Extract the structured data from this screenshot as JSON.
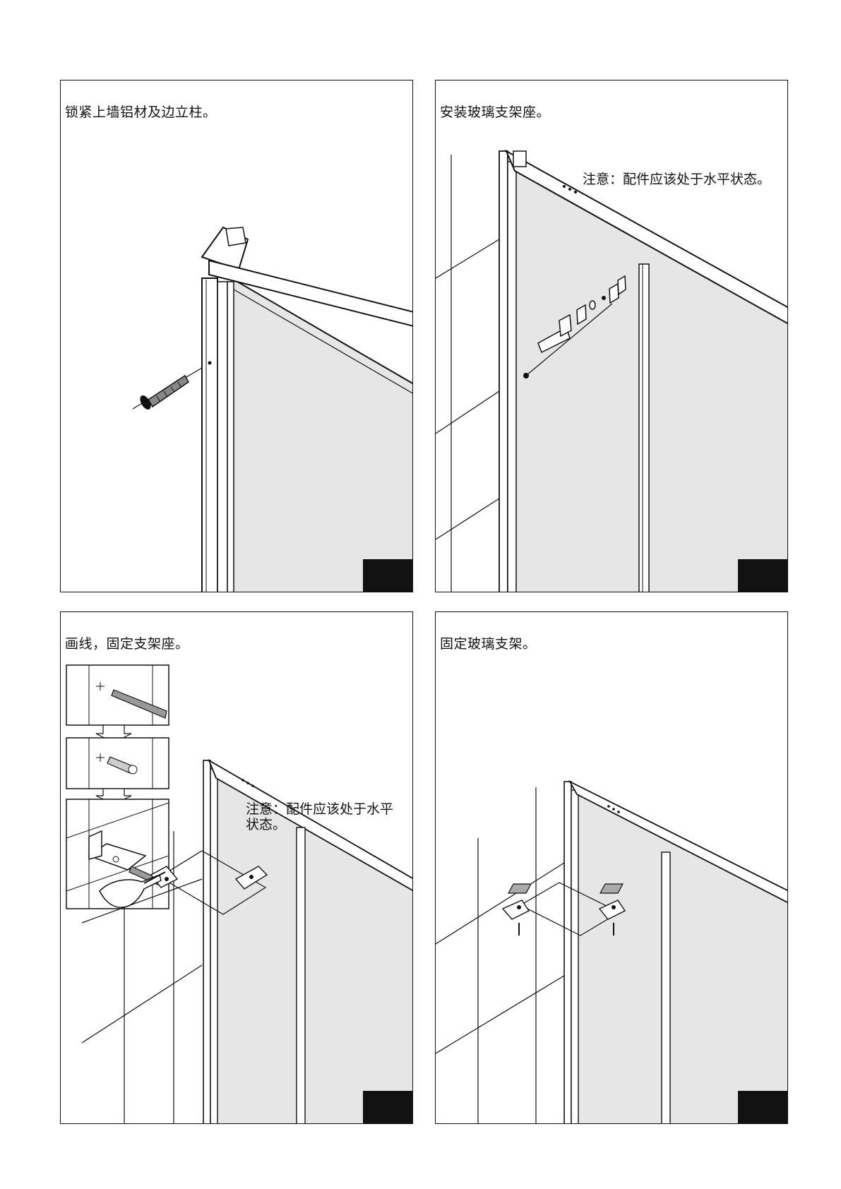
{
  "panels": [
    {
      "caption": "锁紧上墙铝材及边立柱。"
    },
    {
      "caption": "安装玻璃支架座。",
      "note": "注意：配件应该处于水平状态。"
    },
    {
      "caption": "画线，固定支架座。",
      "note": "注意：配件应该处于水平状态。"
    },
    {
      "caption": "固定玻璃支架。"
    }
  ]
}
